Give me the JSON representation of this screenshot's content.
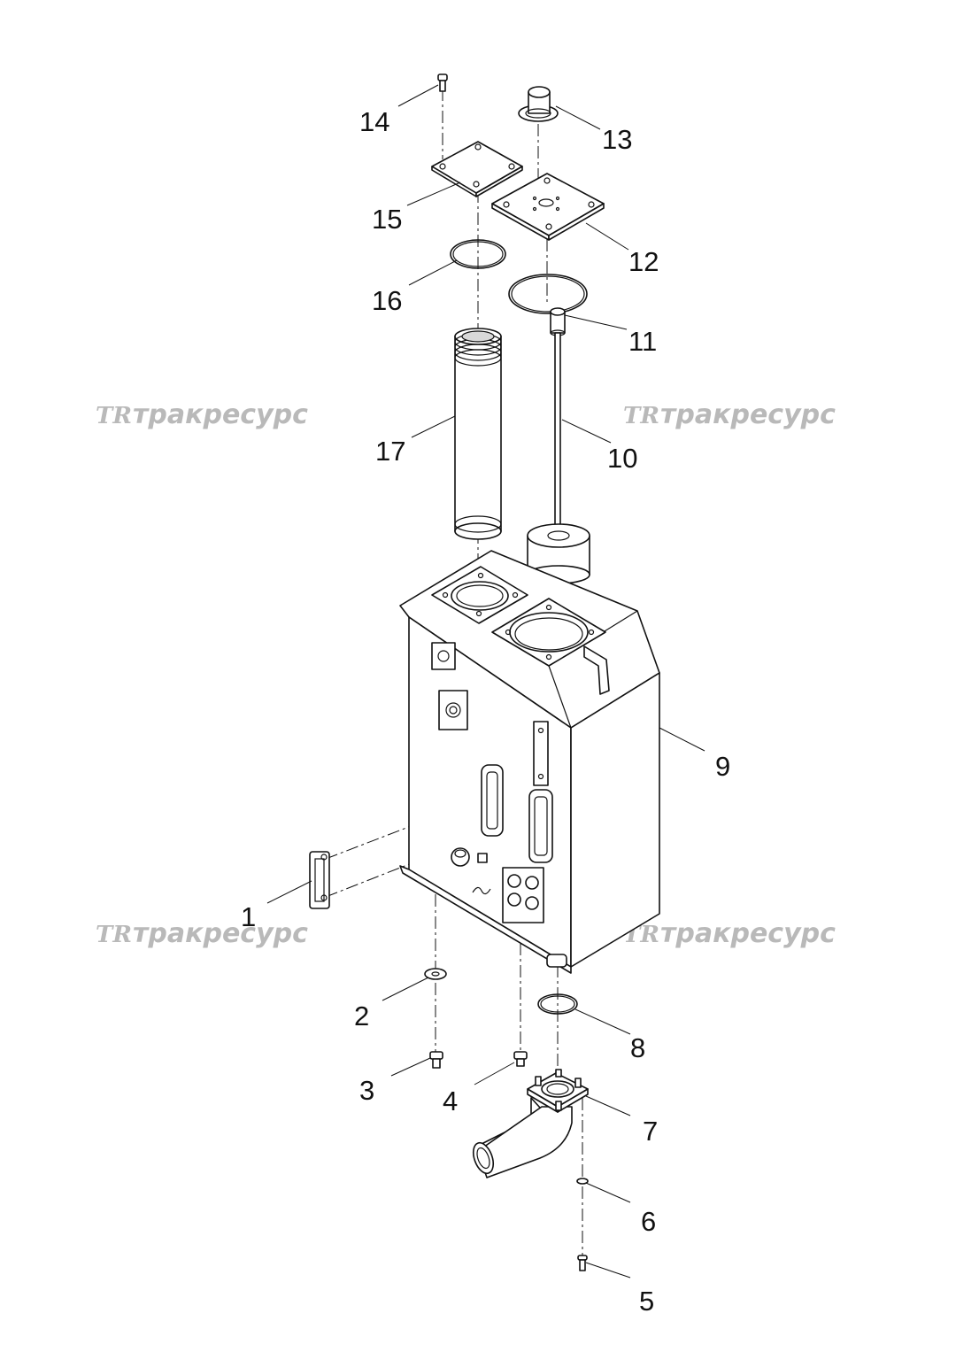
{
  "watermark": {
    "logo_text": "TR",
    "text": "тракресурс"
  },
  "callouts": [
    {
      "id": "1",
      "label": "1"
    },
    {
      "id": "2",
      "label": "2"
    },
    {
      "id": "3",
      "label": "3"
    },
    {
      "id": "4",
      "label": "4"
    },
    {
      "id": "5",
      "label": "5"
    },
    {
      "id": "6",
      "label": "6"
    },
    {
      "id": "7",
      "label": "7"
    },
    {
      "id": "8",
      "label": "8"
    },
    {
      "id": "9",
      "label": "9"
    },
    {
      "id": "10",
      "label": "10"
    },
    {
      "id": "11",
      "label": "11"
    },
    {
      "id": "12",
      "label": "12"
    },
    {
      "id": "13",
      "label": "13"
    },
    {
      "id": "14",
      "label": "14"
    },
    {
      "id": "15",
      "label": "15"
    },
    {
      "id": "16",
      "label": "16"
    },
    {
      "id": "17",
      "label": "17"
    }
  ]
}
